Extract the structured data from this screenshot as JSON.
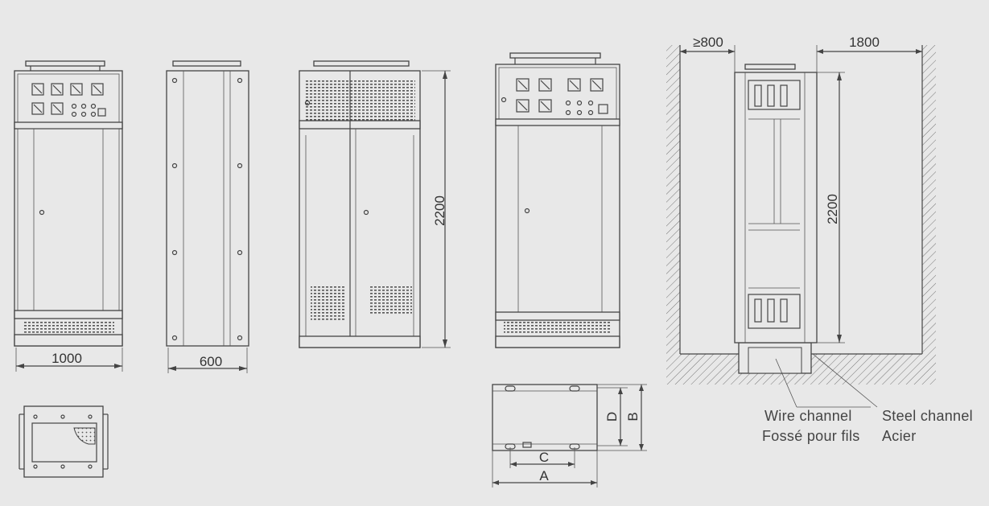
{
  "dimensions": {
    "front_width": "1000",
    "side_depth": "600",
    "height_front": "2200",
    "height_install": "2200",
    "rear_clearance": "≥800",
    "front_clearance": "1800",
    "base_a": "A",
    "base_b": "B",
    "base_c": "C",
    "base_d": "D"
  },
  "labels": {
    "wire_channel_en": "Wire channel",
    "wire_channel_fr": "Fossé pour fils",
    "steel_channel_en": "Steel channel",
    "steel_channel_fr": "Acier"
  },
  "colors": {
    "background": "#e8e8e8",
    "line": "#444444",
    "hatch": "#777777"
  }
}
